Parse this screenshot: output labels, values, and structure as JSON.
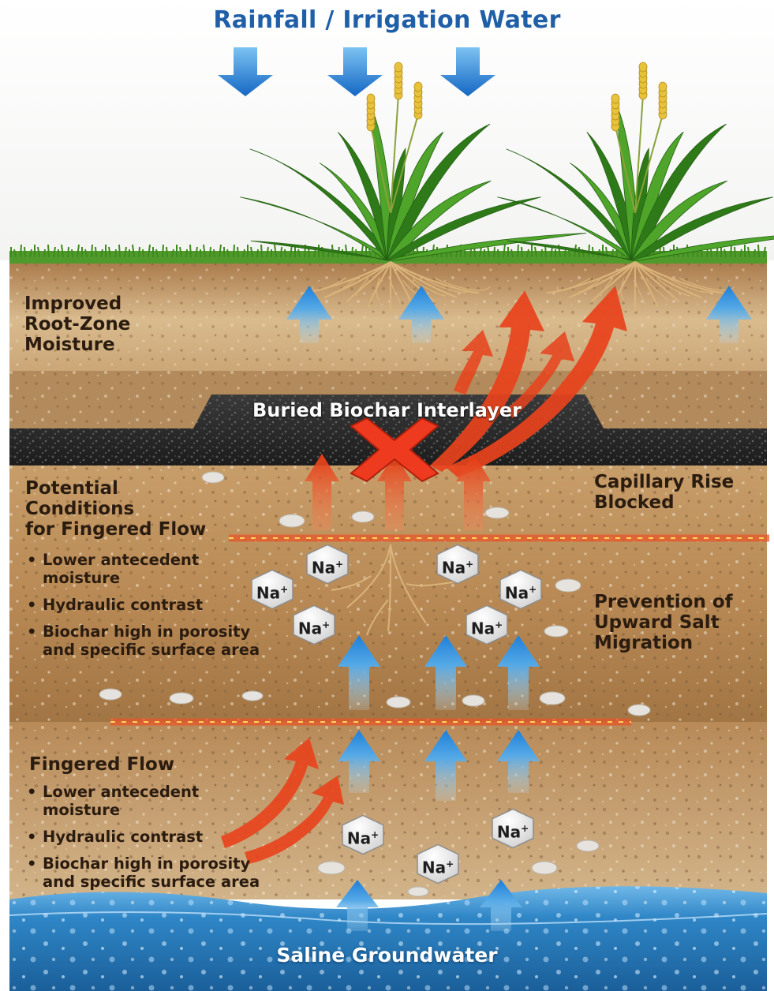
{
  "title": "Rainfall / Irrigation Water",
  "labels": {
    "root_zone": [
      "Improved",
      "Root-Zone",
      "Moisture"
    ],
    "biochar_layer": "Buried Biochar Interlayer",
    "capillary": [
      "Capillary Rise",
      "Blocked"
    ],
    "potential": [
      "Potential",
      "Conditions",
      "for Fingered Flow"
    ],
    "prevention": [
      "Prevention of",
      "Upward Salt",
      "Migration"
    ],
    "fingered": "Fingered Flow",
    "groundwater": "Saline Groundwater"
  },
  "potential_bullets": [
    [
      "Lower antecedent",
      "moisture"
    ],
    [
      "Hydraulic contrast"
    ],
    [
      "Biochar high in porosity",
      "and specific surface area"
    ]
  ],
  "fingered_bullets": [
    [
      "Lower antecedent",
      "moisture"
    ],
    [
      "Hydraulic contrast"
    ],
    [
      "Biochar high in porosity",
      "and specific surface area"
    ]
  ],
  "ion_label": "Na",
  "ion_charge": "+",
  "colors": {
    "title_blue": "#1f5fa8",
    "water_arrow": "#1e7fd6",
    "heat_arrow": "#e8421c",
    "biochar": "#2a2a2a",
    "soil_light": "#d8b98c",
    "soil_mid": "#c49a66",
    "groundwater": "#2d7fbf"
  }
}
